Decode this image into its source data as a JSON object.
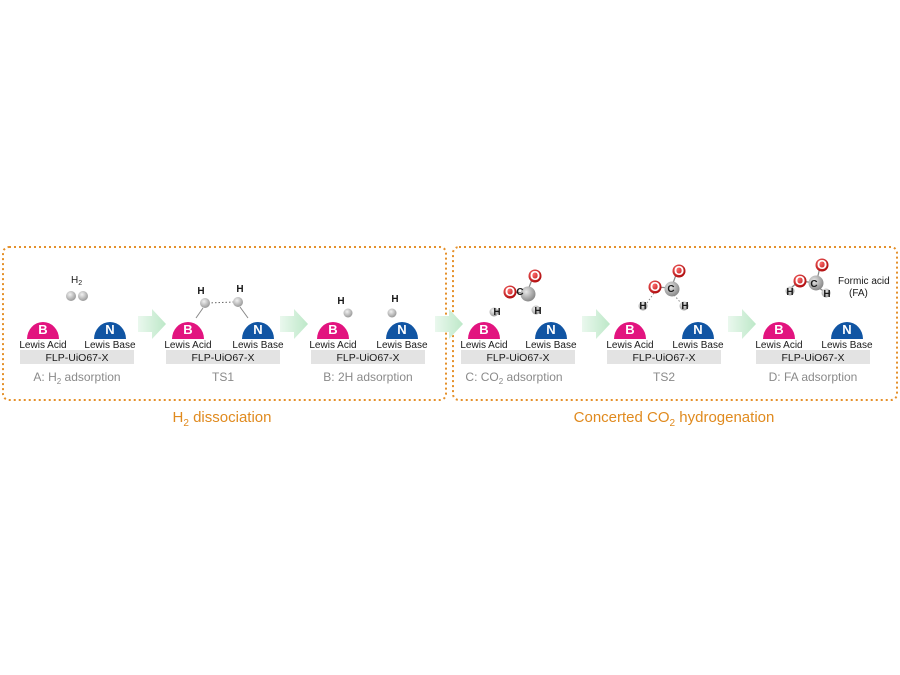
{
  "sections": {
    "h2_dissociation": {
      "title_main": "H",
      "title_sub": "2",
      "title_rest": " dissociation"
    },
    "co2_hydrogenation": {
      "title_main": "Concerted CO",
      "title_sub": "2",
      "title_rest": " hydrogenation"
    }
  },
  "labels": {
    "lewis_acid": "Lewis Acid",
    "lewis_base": "Lewis Base",
    "plate": "FLP-UiO67-X",
    "boron": "B",
    "nitrogen": "N",
    "hydrogen": "H",
    "carbon": "C",
    "oxygen": "O",
    "h2_main": "H",
    "h2_sub": "2",
    "formic_acid": "Formic acid",
    "fa_abbrev": "(FA)"
  },
  "stages": [
    {
      "caption_main": "A: H",
      "caption_sub": "2",
      "caption_rest": " adsorption"
    },
    {
      "caption_main": "TS1",
      "caption_sub": "",
      "caption_rest": ""
    },
    {
      "caption_main": "B: 2H adsorption",
      "caption_sub": "",
      "caption_rest": ""
    },
    {
      "caption_main": "C: CO",
      "caption_sub": "2",
      "caption_rest": " adsorption"
    },
    {
      "caption_main": "TS2",
      "caption_sub": "",
      "caption_rest": ""
    },
    {
      "caption_main": "D: FA adsorption",
      "caption_sub": "",
      "caption_rest": ""
    }
  ],
  "colors": {
    "lewis_acid": "#e2147f",
    "lewis_base": "#1155a3",
    "plate": "#e3e3e3",
    "oxygen": "#d7191c",
    "carbon": "#a0a0a0",
    "hydrogen": "#b9b9b9",
    "frame": "#e5902a",
    "arrow": "#c7ecd0"
  }
}
